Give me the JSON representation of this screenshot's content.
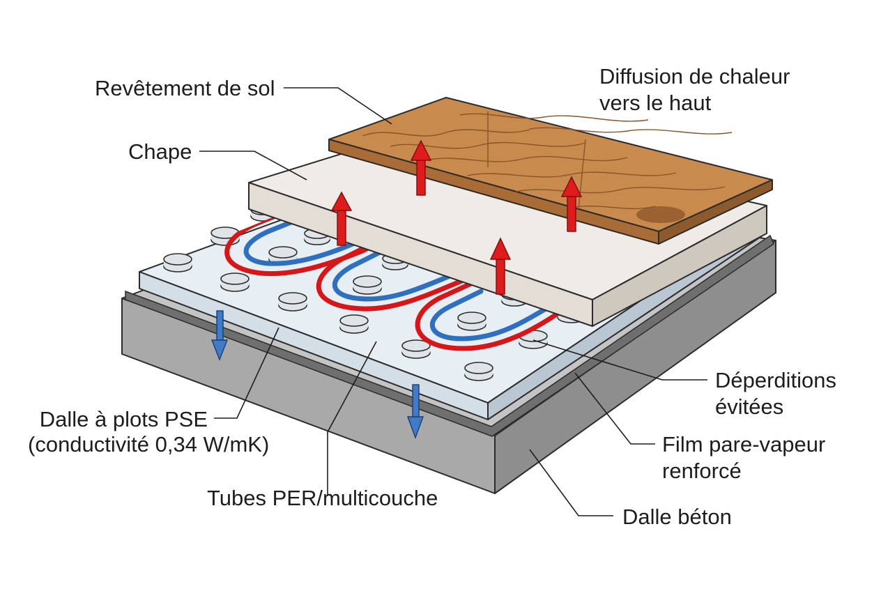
{
  "labels": {
    "floor_covering": "Revêtement de sol",
    "screed": "Chape",
    "panel_line1": "Dalle à plots PSE",
    "panel_line2": "(conductivité 0,34 W/mK)",
    "tubes": "Tubes PER/multicouche",
    "heat_up_line1": "Diffusion de chaleur",
    "heat_up_line2": "vers le haut",
    "losses_line1": "Déperditions",
    "losses_line2": "évitées",
    "film_line1": "Film pare-vapeur",
    "film_line2": "renforcé",
    "concrete": "Dalle béton"
  },
  "colors": {
    "wood": "#c98a4e",
    "wood_grain": "#8a5328",
    "screed": "#e6e1da",
    "panel": "#dbe6ee",
    "film": "#6f6f6f",
    "concrete": "#a9a9a9",
    "hot_tube": "#e02020",
    "cold_tube": "#2f6fc0",
    "heat_arrow": "#e01b1b",
    "loss_arrow": "#3f7bc8"
  }
}
